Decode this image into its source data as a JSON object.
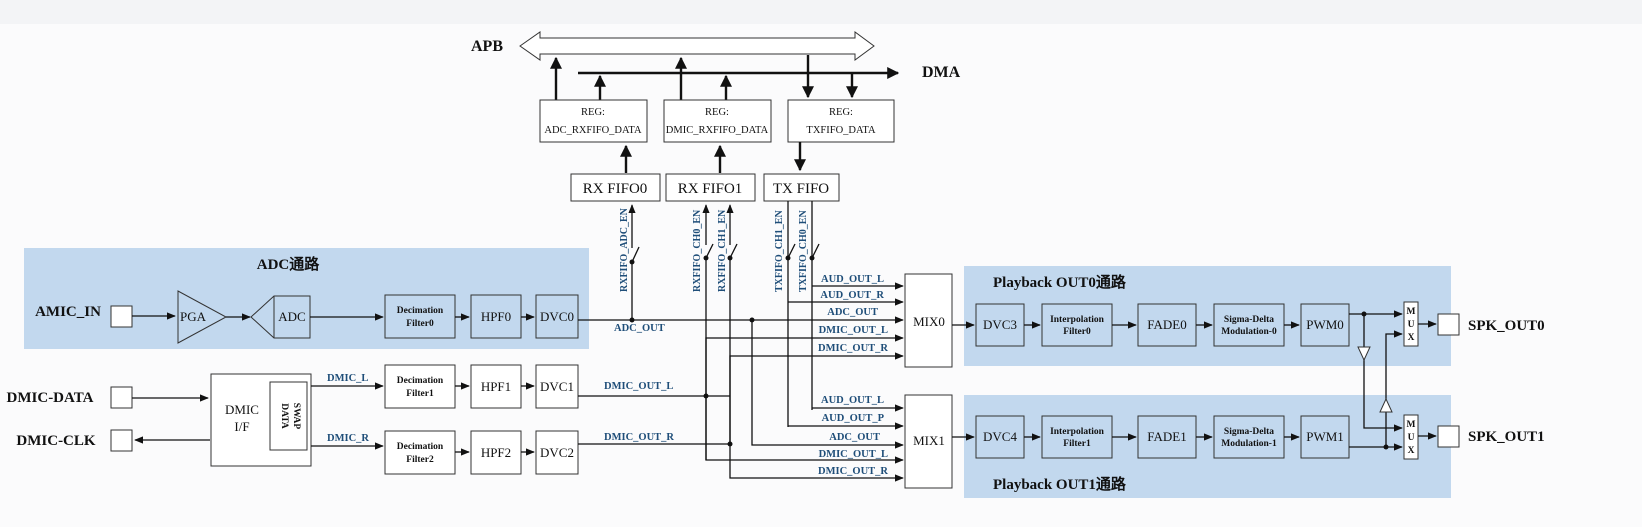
{
  "bus": {
    "apb": "APB",
    "dma": "DMA"
  },
  "regions": {
    "adc": "ADC通路",
    "out0": "Playback OUT0通路",
    "out1": "Playback OUT1通路"
  },
  "registers": {
    "adc_rx": {
      "line1": "REG:",
      "line2": "ADC_RXFIFO_DATA"
    },
    "dmic_rx": {
      "line1": "REG:",
      "line2": "DMIC_RXFIFO_DATA"
    },
    "tx": {
      "line1": "REG:",
      "line2": "TXFIFO_DATA"
    }
  },
  "fifos": {
    "rx0": "RX FIFO0",
    "rx1": "RX FIFO1",
    "tx": "TX FIFO"
  },
  "fifo_enables": {
    "rx_adc": "RXFIFO_ADC_EN",
    "rx_ch0": "RXFIFO_CH0_EN",
    "rx_ch1": "RXFIFO_CH1_EN",
    "tx_ch1": "TXFIFO_CH1_EN",
    "tx_ch0": "TXFIFO_CH0_EN"
  },
  "ports": {
    "amic_in": "AMIC_IN",
    "dmic_data": "DMIC-DATA",
    "dmic_clk": "DMIC-CLK",
    "spk_out0": "SPK_OUT0",
    "spk_out1": "SPK_OUT1"
  },
  "adc_path": {
    "pga": "PGA",
    "adc": "ADC",
    "dec0_l1": "Decimation",
    "dec0_l2": "Filter0",
    "hpf0": "HPF0",
    "dvc0": "DVC0",
    "adc_out": "ADC_OUT"
  },
  "dmic_path": {
    "if_l1": "DMIC",
    "if_l2": "I/F",
    "swap_l1": "DATA",
    "swap_l2": "SWAP",
    "dmic_l": "DMIC_L",
    "dmic_r": "DMIC_R",
    "dec1_l1": "Decimation",
    "dec1_l2": "Filter1",
    "dec2_l1": "Decimation",
    "dec2_l2": "Filter2",
    "hpf1": "HPF1",
    "hpf2": "HPF2",
    "dvc1": "DVC1",
    "dvc2": "DVC2",
    "out_l": "DMIC_OUT_L",
    "out_r": "DMIC_OUT_R"
  },
  "mix0_inputs": [
    "AUD_OUT_L",
    "AUD_OUT_R",
    "ADC_OUT",
    "DMIC_OUT_L",
    "DMIC_OUT_R"
  ],
  "mix1_inputs": [
    "AUD_OUT_L",
    "AUD_OUT_P",
    "ADC_OUT",
    "DMIC_OUT_L",
    "DMIC_OUT_R"
  ],
  "mixers": {
    "mix0": "MIX0",
    "mix1": "MIX1"
  },
  "playback0": {
    "dvc": "DVC3",
    "interp_l1": "Interpolation",
    "interp_l2": "Filter0",
    "fade": "FADE0",
    "sd_l1": "Sigma-Delta",
    "sd_l2": "Modulation-0",
    "pwm": "PWM0",
    "mux_l1": "M",
    "mux_l2": "U",
    "mux_l3": "X"
  },
  "playback1": {
    "dvc": "DVC4",
    "interp_l1": "Interpolation",
    "interp_l2": "Filter1",
    "fade": "FADE1",
    "sd_l1": "Sigma-Delta",
    "sd_l2": "Modulation-1",
    "pwm": "PWM1",
    "mux_l1": "M",
    "mux_l2": "U",
    "mux_l3": "X"
  },
  "colors": {
    "region_fill": "#c2d8ee",
    "signal_text": "#1f4e79",
    "line": "#111111"
  }
}
